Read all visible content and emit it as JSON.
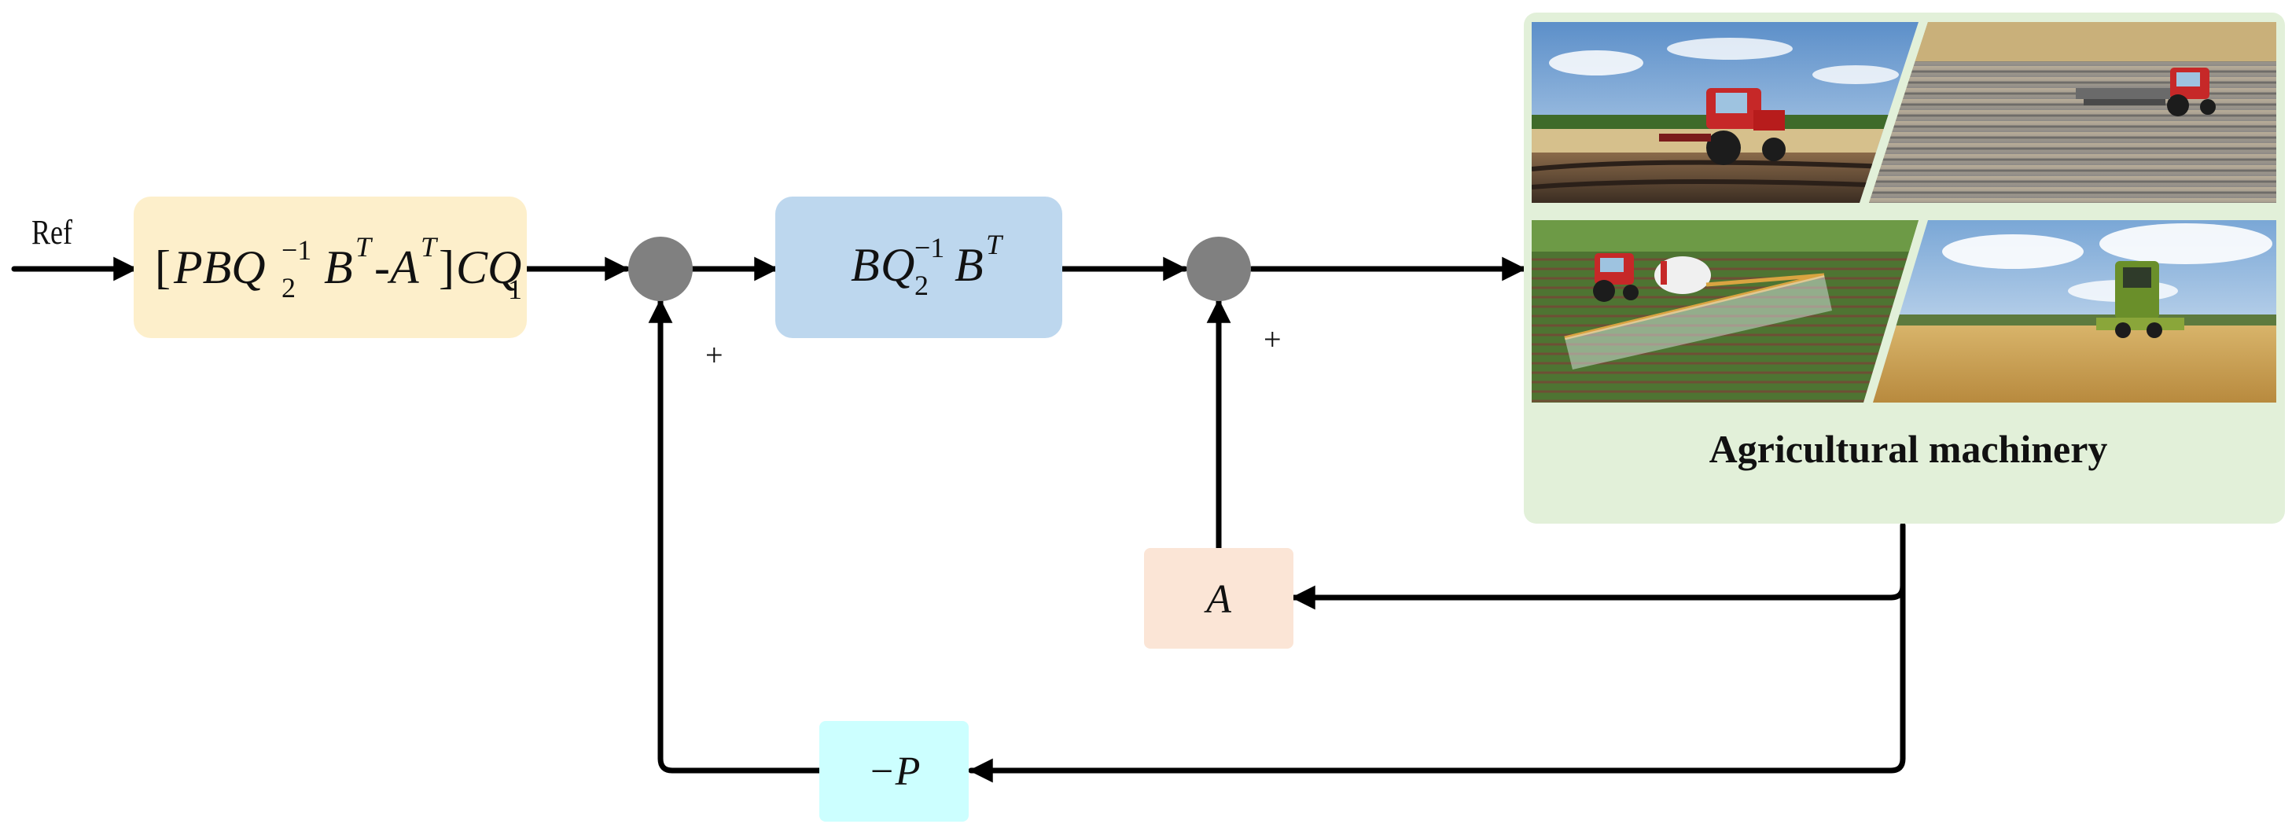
{
  "input": {
    "label": "Ref"
  },
  "blocks": {
    "feedforward": {
      "open_bracket": "[",
      "P": "P",
      "B1": "B",
      "Q2": "Q",
      "Q2_sub": "2",
      "inv1": "−1",
      "B2": "B",
      "T1": "T",
      "minus": "-",
      "A": "A",
      "T2": "T",
      "close_bracket": "]",
      "C": "C",
      "Q1": "Q",
      "Q1_sub": "1",
      "color": "#FDEFCB"
    },
    "gain": {
      "B1": "B",
      "Q2": "Q",
      "Q2_sub": "2",
      "inv": "−1",
      "B2": "B",
      "T": "T",
      "color": "#BDD7EE"
    },
    "state_matrix": {
      "label": "A",
      "color": "#FBE5D6"
    },
    "feedback": {
      "label": "−P",
      "color": "#CCFFFF"
    }
  },
  "junctions": {
    "sum1_sign": "+",
    "sum2_sign": "+",
    "color": "#808080"
  },
  "plant": {
    "title": "Agricultural machinery",
    "color": "#E2F0D9",
    "photos": [
      "red tractor plowing field",
      "red tractor seeding field",
      "tractor spraying crops",
      "green combine harvesting wheat"
    ]
  }
}
